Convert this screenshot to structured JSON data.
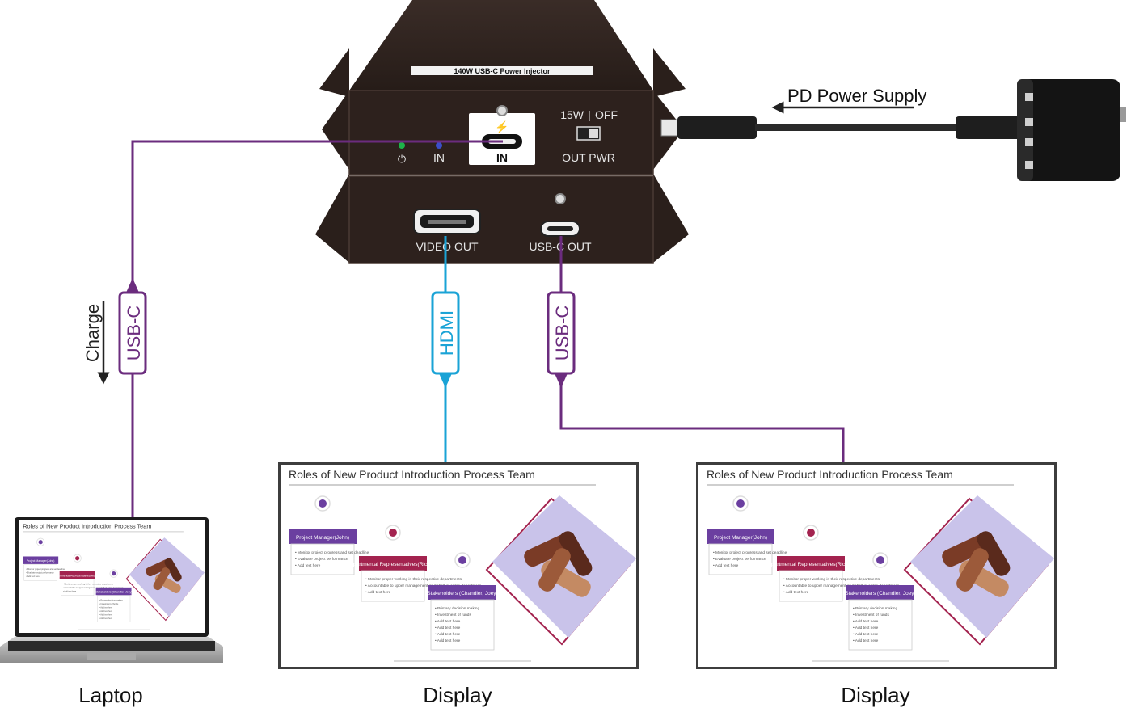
{
  "device": {
    "label_plate": "140W USB-C Power Injector",
    "power_option_15w": "15W",
    "power_option_off": "OFF",
    "out_pwr_label": "OUT PWR",
    "led_in_label": "IN",
    "port_in_label": "IN",
    "video_out_label": "VIDEO OUT",
    "usbc_out_label": "USB-C OUT",
    "power_symbol": "⏻"
  },
  "power_supply": {
    "label": "PD Power Supply"
  },
  "cables": {
    "laptop_cable": "USB-C",
    "laptop_direction": "Charge",
    "hdmi_cable": "HDMI",
    "usbc_out_cable": "USB-C"
  },
  "devices": {
    "laptop": "Laptop",
    "display_1": "Display",
    "display_2": "Display"
  },
  "slide": {
    "title": "Roles of New Product Introduction Process Team",
    "roles": [
      {
        "title": "Project Manager(John)",
        "bullets": [
          "Monitor project progress and set deadline",
          "Evaluate project performance",
          "Add text here"
        ]
      },
      {
        "title": "Departmental Representatives(Richard)",
        "bullets": [
          "Monitor proper working in their respective departments",
          "Accountable to upper management on behalf of entire department",
          "Add text here"
        ]
      },
      {
        "title": "Stakeholders (Chandler, Joey)",
        "bullets": [
          "Primary decision making",
          "Investment of funds",
          "Add text here",
          "Add text here",
          "Add text here",
          "Add text here"
        ]
      }
    ]
  },
  "colors": {
    "device_body": "#2d211d",
    "usbc_cable": "#6b2c7e",
    "hdmi_cable": "#1aa3d6",
    "role_header": "#6b3fa0",
    "role_header_alt": "#a3234f"
  }
}
